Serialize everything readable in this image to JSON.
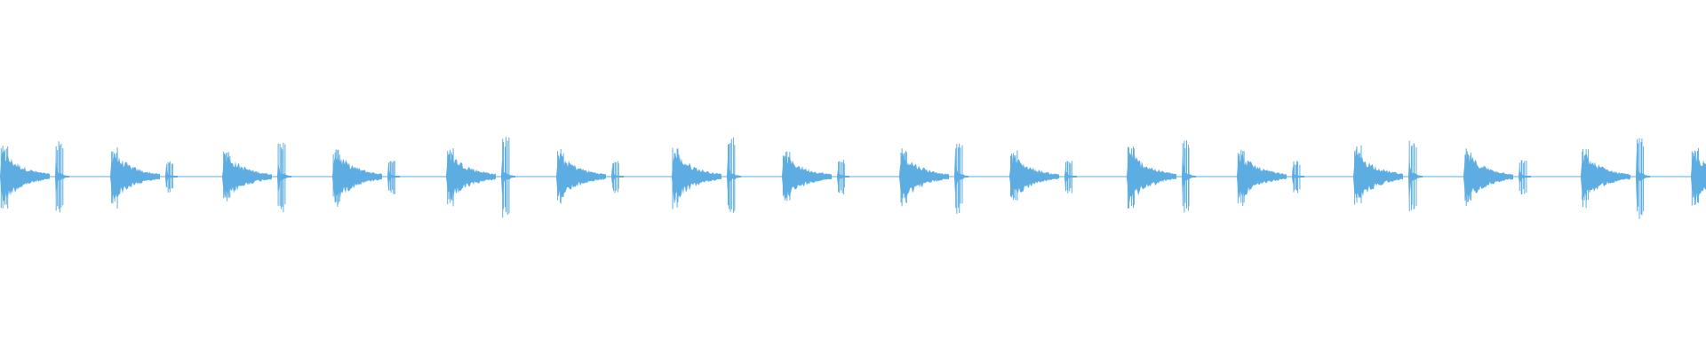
{
  "waveform": {
    "color": "#5dade2",
    "pattern_repeats": 8,
    "hits_per_pattern": 4,
    "pattern_hit_amplitudes": [
      0.8,
      1.0,
      0.75,
      0.45
    ],
    "pattern_hit_decay_lengths": [
      0.24,
      0.05,
      0.24,
      0.06
    ],
    "has_center_baseline": true
  }
}
